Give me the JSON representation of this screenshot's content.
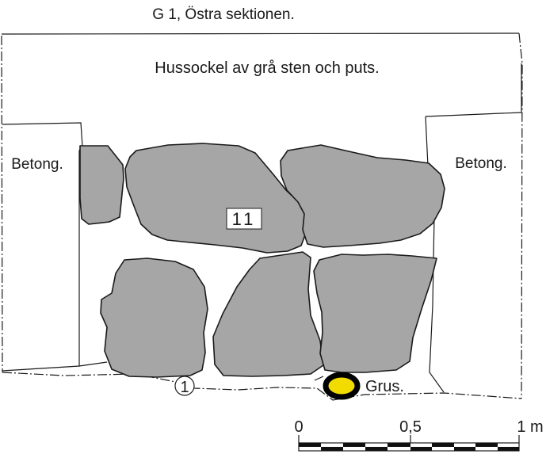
{
  "title": "G 1, Östra sektionen.",
  "layers": {
    "foundation_label": "Hussockel av grå sten och puts.",
    "concrete_left": "Betong.",
    "concrete_right": "Betong."
  },
  "stone_number": "11",
  "marker_label": "1",
  "gravel": {
    "label": "Grus.",
    "fill_color": "#f2dc00",
    "ring_color": "#000000"
  },
  "colors": {
    "stone": "#a6a6a6",
    "line": "#1a1a1a"
  },
  "scale_bar": {
    "tick_labels": [
      "0",
      "0,5",
      "1 m"
    ]
  }
}
